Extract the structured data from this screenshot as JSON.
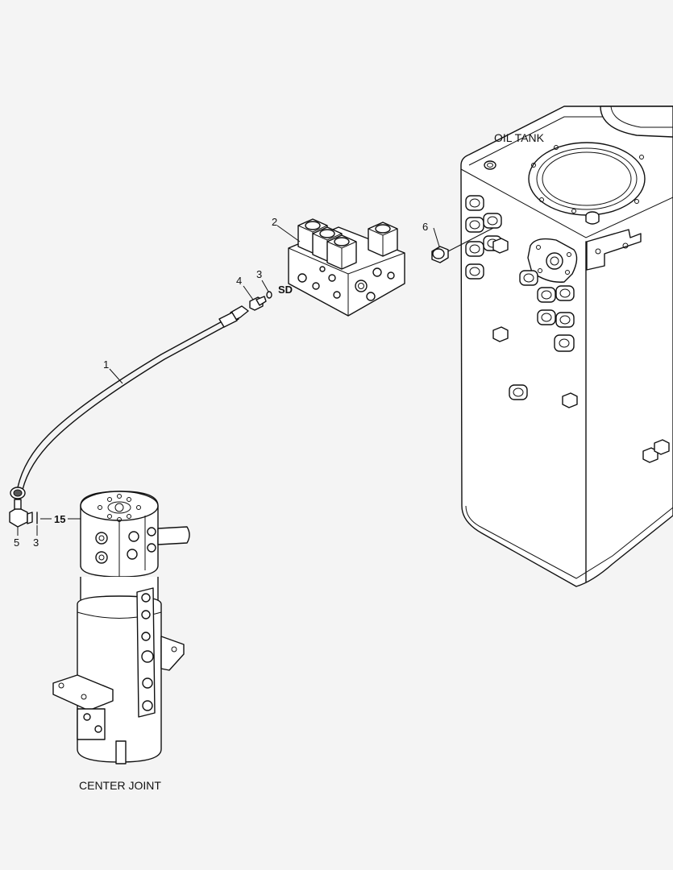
{
  "labels": {
    "oil_tank": "OIL TANK",
    "center_joint": "CENTER JOINT",
    "sd": "SD"
  },
  "callouts": {
    "c1": "1",
    "c2": "2",
    "c3_top": "3",
    "c4": "4",
    "c6": "6",
    "c15": "15",
    "c5": "5",
    "c3_bottom": "3"
  },
  "colors": {
    "background": "#f4f4f4",
    "line": "#111111"
  }
}
